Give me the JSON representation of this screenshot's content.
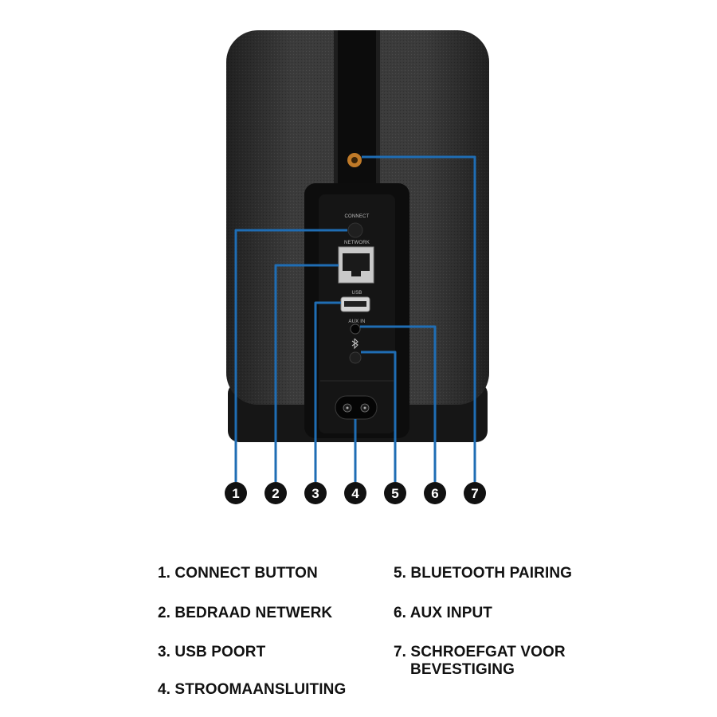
{
  "panel_labels": {
    "connect": "CONNECT",
    "network": "NETWORK",
    "usb": "USB",
    "aux_in": "AUX IN"
  },
  "callouts": [
    "1",
    "2",
    "3",
    "4",
    "5",
    "6",
    "7"
  ],
  "legend": [
    {
      "text": "1. CONNECT BUTTON"
    },
    {
      "text": "2. BEDRAAD NETWERK"
    },
    {
      "text": "3. USB POORT"
    },
    {
      "text": "4. STROOMAANSLUITING"
    },
    {
      "text": "5. BLUETOOTH PAIRING"
    },
    {
      "text": "6. AUX INPUT"
    },
    {
      "text": "7. SCHROEFGAT VOOR",
      "text2": "BEVESTIGING"
    }
  ],
  "colors": {
    "leader_line": "#1f6db4",
    "fabric": "#3a3a3a",
    "panel": "#141414",
    "callout_circle": "#111111",
    "text": "#111111"
  }
}
